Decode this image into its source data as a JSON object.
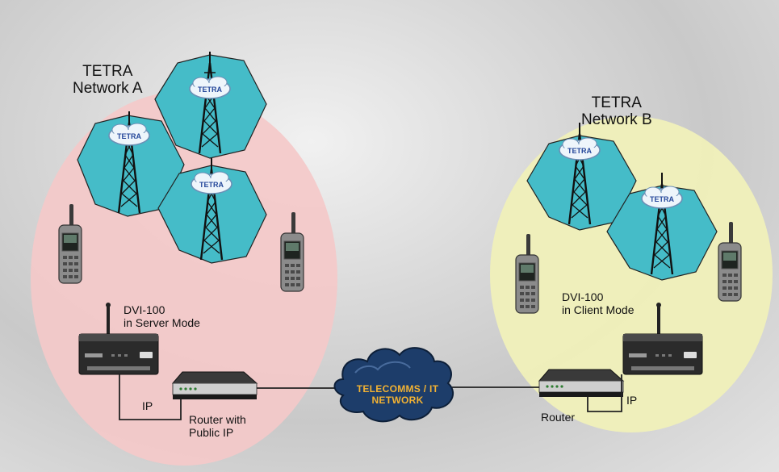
{
  "network_a": {
    "line1": "TETRA",
    "line2": "Network A"
  },
  "network_b": {
    "line1": "TETRA",
    "line2": "Network B"
  },
  "server_device": {
    "line1": "DVI-100",
    "line2": "in Server Mode"
  },
  "client_device": {
    "line1": "DVI-100",
    "line2": "in Client Mode"
  },
  "router_a": {
    "line1": "Router with",
    "line2": "Public IP"
  },
  "router_b": {
    "label": "Router"
  },
  "link_a": {
    "label": "IP"
  },
  "link_b": {
    "label": "IP"
  },
  "cloud": {
    "line1": "TELECOMMS / IT",
    "line2": "NETWORK"
  },
  "cell_logo": "TETRA",
  "colors": {
    "network_a": "#f4c9c9",
    "network_b": "#f0f0b9",
    "cell": "#45bcc8",
    "cloud": "#1d3d6a"
  }
}
